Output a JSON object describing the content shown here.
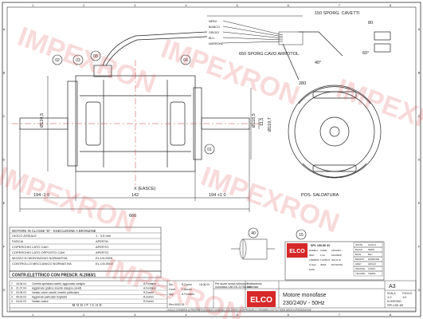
{
  "watermark": {
    "text": "IMPEXRON",
    "color": "#e05555"
  },
  "border": {
    "columns": [
      "1",
      "2",
      "3",
      "4",
      "5",
      "6",
      "7",
      "8"
    ],
    "rows": [
      "A",
      "B",
      "C",
      "D",
      "E",
      "F",
      "G"
    ]
  },
  "drawing": {
    "dims": {
      "cables": "150 SPORG. CAVETTI",
      "cable_exit": "650 SPORG.CAVO ARROTOL.",
      "dim_60": "60°",
      "dim_40": "40°",
      "dim_80": "80",
      "dia_124": "Ø124,5",
      "dia_118": "Ø118,5",
      "dia_11": "11,5",
      "dia_119": "Ø119,7",
      "weld_label": "POS. SALDATURA",
      "x_label": "X (EASCE)",
      "len_194l": "194 -1 0",
      "len_142": "142",
      "len_194r": "194 +1 0",
      "len_666": "666",
      "len_280": "280"
    },
    "callouts": [
      "03",
      "02",
      "08",
      "04",
      "01",
      "40",
      "15"
    ],
    "cable_colors": [
      "NERO",
      "BIANCO",
      "GRIGIO",
      "BLU",
      "MARRONE"
    ]
  },
  "spec_block": {
    "title": "MOTORE IN CLASSE \"B\" - ESECUZIONE A BRONZINE",
    "rows": [
      {
        "label": "GIOCO ASSIALE",
        "value": "1 - 3,5 mm"
      },
      {
        "label": "FASCIA",
        "value": "APERTA"
      },
      {
        "label": "COPERCHIO LATO CAVI",
        "value": "APERTO"
      },
      {
        "label": "COPERCHIO LATO OPPOSTO CAVI",
        "value": "APERTO"
      },
      {
        "label": "MOZZO DI MONTAGGIO NORMATIVA",
        "value": "EL.LN.0009"
      },
      {
        "label": "CONTROLLO MECCANICO NORMATIVA",
        "value": "EL.CN.0002"
      }
    ],
    "footer": "CONTR.ELETTRICO CON PRESCR. N.2083/1"
  },
  "label_plate": {
    "brand": "ELCO",
    "type": "SPL 150-50 3V",
    "fields": [
      "MODELL",
      "CODE",
      "230/240V~",
      "50Hz",
      "1,0A",
      "160/260W",
      "1350RPM",
      "TH.PROT",
      "INS.CL.B",
      "C=4µF",
      "450VL",
      "ROTATION",
      "DATA"
    ],
    "wires": [
      {
        "c": "WHITE",
        "v": "GIALLO"
      },
      {
        "c": "BLACK",
        "v": "NERO"
      },
      {
        "c": "BLUE",
        "v": "BLU"
      },
      {
        "c": "BROWN",
        "v": "MARRONE"
      },
      {
        "c": "GREY",
        "v": "GRIGIO"
      },
      {
        "c": "ORANGE",
        "v": "CAPAC."
      },
      {
        "c": "YEL/GRN",
        "v": "TERRA"
      }
    ]
  },
  "revisions": [
    {
      "n": "7",
      "date": "18.06.04",
      "text": "Corretta spelatura cavetti, aggiornato cartiglio",
      "by": "A.Fontaine"
    },
    {
      "n": "6",
      "date": "21.07.04",
      "text": "Aggiornate grafica, inserito disegno cavetti",
      "by": "A.Fontaine"
    },
    {
      "n": "5",
      "date": "03.05.03",
      "text": "Variato colore cavetti, inserito particolare",
      "by": "R.Donini"
    },
    {
      "n": "4",
      "date": "05.03.03",
      "text": "Aggiornati particolari targhetta",
      "by": "R.Donini"
    },
    {
      "n": "3",
      "date": "04.02.03",
      "text": "Variato codice",
      "by": "R.Donini"
    }
  ],
  "revision_header": "MODIFICHE",
  "norm_note": "Per quote senza tolleranze\nnormativa UNI EN 22768-mK",
  "trattamento": "Trattamento",
  "materiale": "Materiale",
  "signoffs": [
    {
      "role": "Dis.",
      "name": "R.Donini",
      "date": "18.06.03"
    },
    {
      "role": "Contr.",
      "name": "F.Monari",
      "date": ""
    },
    {
      "role": "App.",
      "name": "A.Fontaine",
      "date": ""
    }
  ],
  "doc_code": "Rev.0003.01",
  "title_block": {
    "company": "ELCO",
    "desc_1": "Motore monofase",
    "desc_2": "230/240V - 50Hz",
    "format": "A3",
    "scale_label": "SCALA",
    "scale": "1:2",
    "sheet_label": "FOGLIO",
    "sheet": "1/1",
    "drawing_number_label": "N.DISEGNO",
    "drawing_number": "SPL150-50",
    "copyright": "LA ELCO SI RISERVA LA PROPRIETÀ DI QUESTO DISEGNO, CON DIVIETO DI RIPRODURLO O RENDERLO NOTO A TERZI SENZA AUTORIZZAZIONE"
  }
}
